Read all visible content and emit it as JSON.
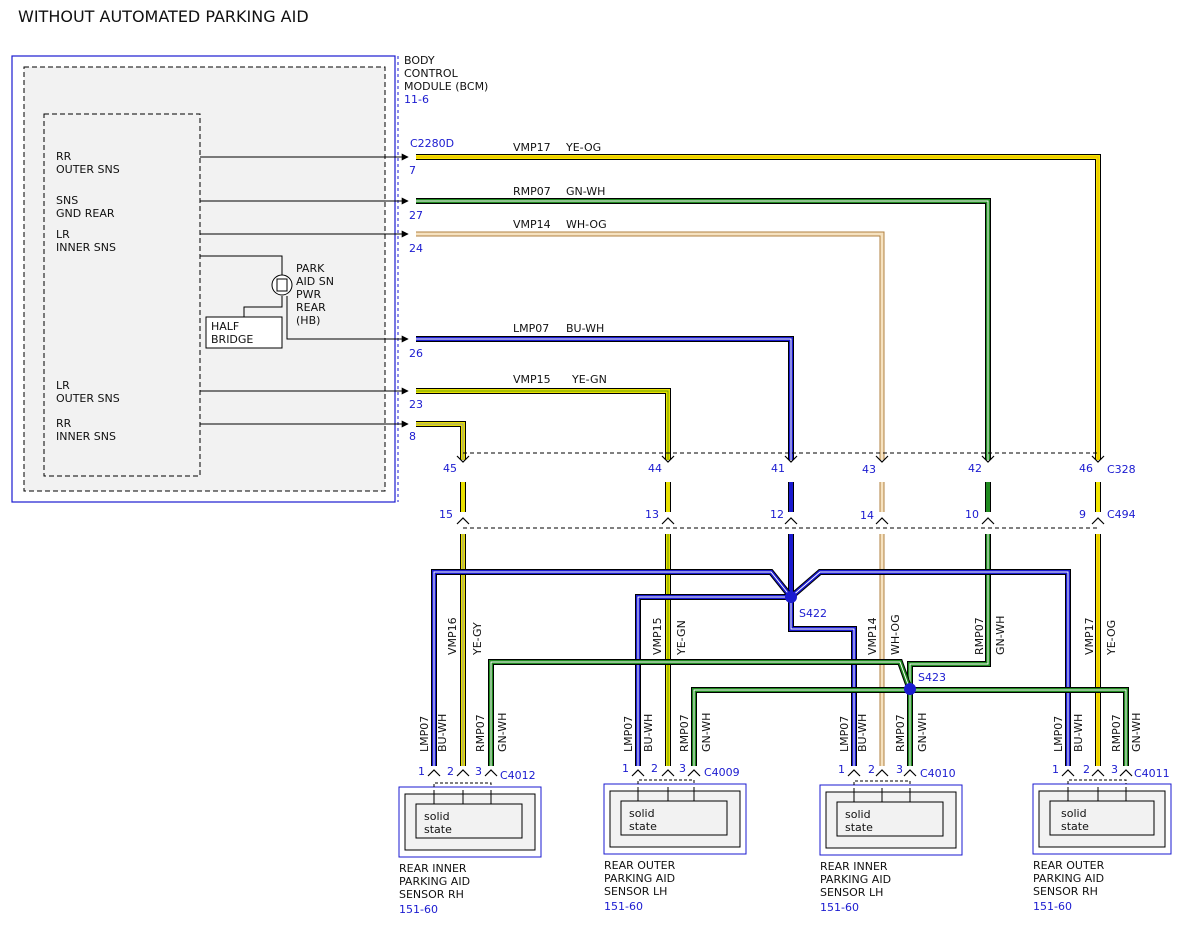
{
  "title": "WITHOUT AUTOMATED PARKING AID",
  "bcm": {
    "name_lines": [
      "BODY",
      "CONTROL",
      "MODULE (BCM)"
    ],
    "ref": "11-6",
    "connector": "C2280D",
    "half_bridge_lines": [
      "HALF",
      "BRIDGE"
    ],
    "park_aid_lines": [
      "PARK",
      "AID SN",
      "PWR",
      "REAR",
      "(HB)"
    ]
  },
  "bcm_signals": [
    {
      "lines": [
        "RR",
        "OUTER SNS"
      ],
      "pin": "7"
    },
    {
      "lines": [
        "SNS",
        "GND REAR"
      ],
      "pin": "27"
    },
    {
      "lines": [
        "LR",
        "INNER SNS"
      ],
      "pin": "24"
    },
    {
      "lines": [],
      "pin": "26"
    },
    {
      "lines": [
        "LR",
        "OUTER SNS"
      ],
      "pin": "23"
    },
    {
      "lines": [
        "RR",
        "INNER SNS"
      ],
      "pin": "8"
    }
  ],
  "wires": [
    {
      "circuit": "VMP17",
      "color_code": "YE-OG",
      "color": "#f2e600",
      "stripe": "#f0b000"
    },
    {
      "circuit": "RMP07",
      "color_code": "GN-WH",
      "color": "#1f8a1f",
      "stripe": "#ffffff"
    },
    {
      "circuit": "VMP14",
      "color_code": "WH-OG",
      "color": "#f4dcb0",
      "stripe": "#e0a050"
    },
    {
      "circuit": "LMP07",
      "color_code": "BU-WH",
      "color": "#1a1ad0",
      "stripe": "#ffffff"
    },
    {
      "circuit": "VMP15",
      "color_code": "YE-GN",
      "color": "#e8e000",
      "stripe": "#6aa000"
    },
    {
      "circuit": "VMP16",
      "color_code": "YE-GY",
      "color": "#e8e000",
      "stripe": "#999999"
    }
  ],
  "connector_c328": {
    "name": "C328",
    "pins": [
      "45",
      "44",
      "41",
      "43",
      "42",
      "46"
    ]
  },
  "connector_c494": {
    "name": "C494",
    "pins": [
      "15",
      "13",
      "12",
      "14",
      "10",
      "9"
    ]
  },
  "splices": [
    "S422",
    "S423"
  ],
  "vertical_labels": [
    {
      "circuit": "VMP16",
      "color_code": "YE-GY"
    },
    {
      "circuit": "VMP15",
      "color_code": "YE-GN"
    },
    {
      "circuit": "VMP14",
      "color_code": "WH-OG"
    },
    {
      "circuit": "RMP07",
      "color_code": "GN-WH"
    },
    {
      "circuit": "VMP17",
      "color_code": "YE-OG"
    }
  ],
  "sensors": [
    {
      "connector": "C4012",
      "name_lines": [
        "REAR INNER",
        "PARKING AID",
        "SENSOR RH"
      ],
      "ref": "151-60",
      "pins": [
        "1",
        "2",
        "3"
      ],
      "wire_labels": [
        [
          "LMP07",
          "BU-WH"
        ],
        [
          "",
          ""
        ],
        [
          "RMP07",
          "GN-WH"
        ]
      ]
    },
    {
      "connector": "C4009",
      "name_lines": [
        "REAR OUTER",
        "PARKING AID",
        "SENSOR LH"
      ],
      "ref": "151-60",
      "pins": [
        "1",
        "2",
        "3"
      ],
      "wire_labels": [
        [
          "LMP07",
          "BU-WH"
        ],
        [
          "",
          ""
        ],
        [
          "RMP07",
          "GN-WH"
        ]
      ]
    },
    {
      "connector": "C4010",
      "name_lines": [
        "REAR INNER",
        "PARKING AID",
        "SENSOR LH"
      ],
      "ref": "151-60",
      "pins": [
        "1",
        "2",
        "3"
      ],
      "wire_labels": [
        [
          "LMP07",
          "BU-WH"
        ],
        [
          "",
          ""
        ],
        [
          "RMP07",
          "GN-WH"
        ]
      ]
    },
    {
      "connector": "C4011",
      "name_lines": [
        "REAR OUTER",
        "PARKING AID",
        "SENSOR RH"
      ],
      "ref": "151-60",
      "pins": [
        "1",
        "2",
        "3"
      ],
      "wire_labels": [
        [
          "LMP07",
          "BU-WH"
        ],
        [
          "",
          ""
        ],
        [
          "RMP07",
          "GN-WH"
        ]
      ]
    }
  ],
  "sensor_inner_label": [
    "solid",
    "state"
  ]
}
